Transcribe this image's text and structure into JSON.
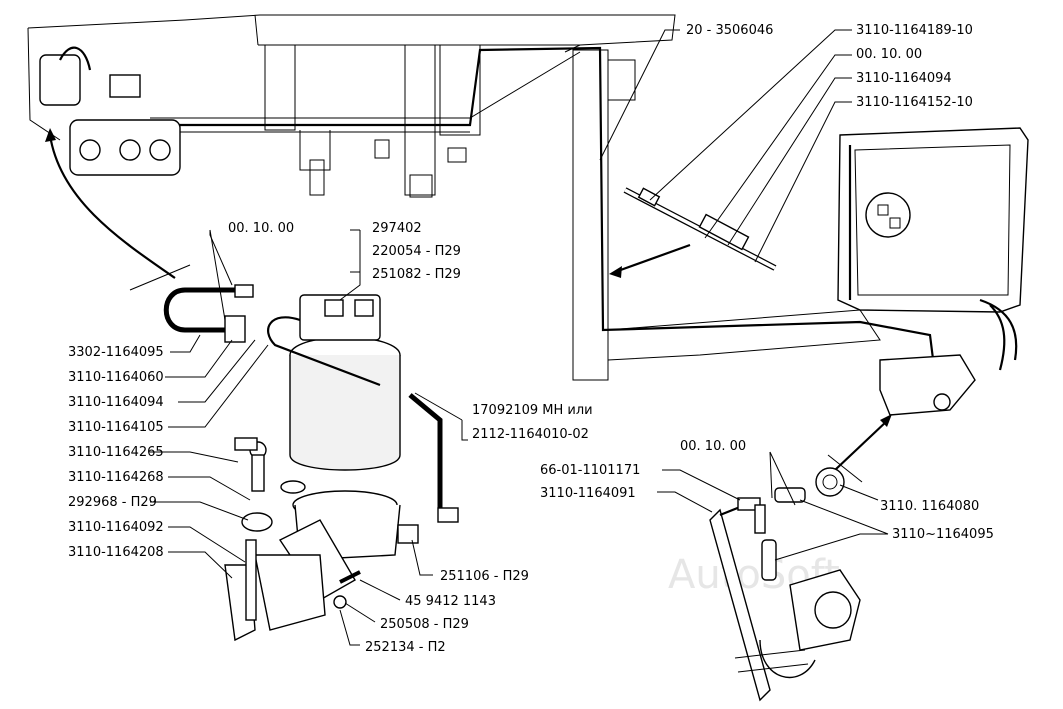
{
  "labels": {
    "l1": "00. 10. 00",
    "l2": "297402",
    "l3": "220054 - П29",
    "l4": "251082 - П29",
    "l5": "3302-1164095",
    "l6": "3110-1164060",
    "l7": "3110-1164094",
    "l8": "3110-1164105",
    "l9": "3110-1164265",
    "l10": "3110-1164268",
    "l11": "292968 - П29",
    "l12": "3110-1164092",
    "l13": "3110-1164208",
    "l14": "17092109 МН  или",
    "l15": "2112-1164010-02",
    "l16": "251106 - П29",
    "l17": "45 9412 1143",
    "l18": "250508 - П29",
    "l19": "252134 - П2",
    "r1": "20 - 3506046",
    "r2": "3110-1164189-10",
    "r3": "00. 10. 00",
    "r4": "3110-1164094",
    "r5": "3110-1164152-10",
    "r6": "00. 10. 00",
    "r7": "66-01-1101171",
    "r8": "3110-1164091",
    "r9": "3110. 1164080",
    "r10": "3110~1164095"
  },
  "watermark": "AutoSoft"
}
